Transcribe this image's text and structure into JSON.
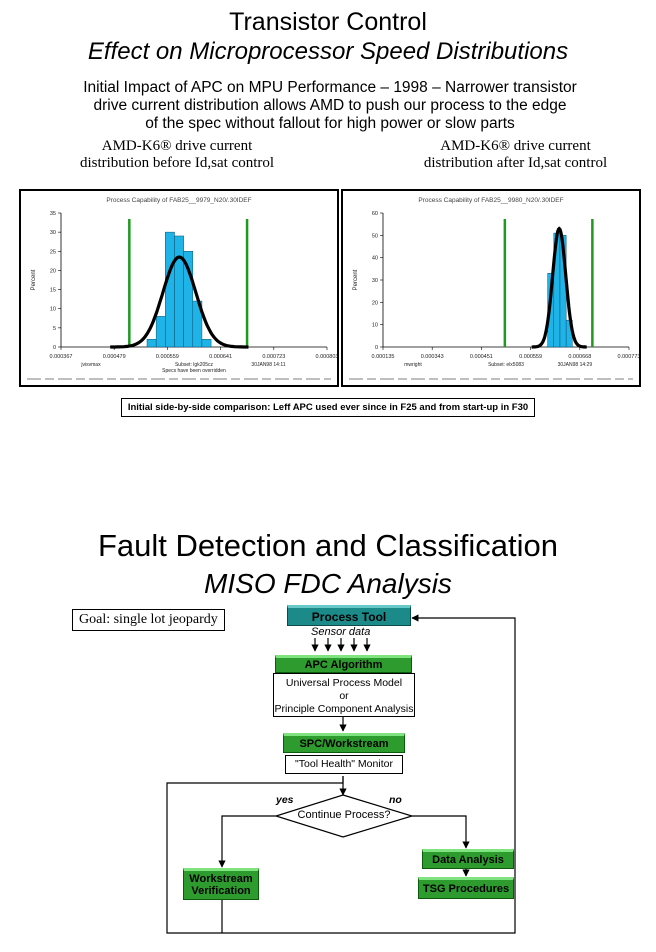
{
  "slide1": {
    "title": "Transistor Control",
    "subtitle": "Effect on Microprocessor Speed Distributions",
    "body_lines": [
      "Initial Impact of APC on MPU Performance – 1998 – Narrower transistor",
      "drive current distribution allows AMD to push our process to the edge",
      "of the spec without fallout for high power or slow parts"
    ],
    "left_label": [
      "AMD-K6® drive current",
      "distribution before Id,sat control"
    ],
    "right_label": [
      "AMD-K6® drive current",
      "distribution after Id,sat control"
    ],
    "caption": "Initial side-by-side comparison: Leff APC used ever since in F25 and from start-up in F30"
  },
  "chart_data": [
    {
      "type": "bar",
      "title": "Process Capability of FAB25__9979_N20/.30IDEF",
      "ylabel": "Percent",
      "ylim": [
        0,
        35
      ],
      "yticks": [
        0,
        5,
        10,
        15,
        20,
        25,
        30,
        35
      ],
      "xlim": [
        0.000367,
        0.000803
      ],
      "xticks": [
        "0.000367",
        "0.000479",
        "0.000559",
        "0.000641",
        "0.000723",
        "0.000803"
      ],
      "x_sublabels": [
        "jvisvmax",
        "Subset: lgk205cz",
        "30JAN98 14:11"
      ],
      "footnote_line": "Specs have been overridden",
      "bins": [
        {
          "x0": 0.000508,
          "x1": 0.000523,
          "value": 2
        },
        {
          "x0": 0.000523,
          "x1": 0.000538,
          "value": 8
        },
        {
          "x0": 0.000538,
          "x1": 0.000553,
          "value": 30
        },
        {
          "x0": 0.000553,
          "x1": 0.000568,
          "value": 29
        },
        {
          "x0": 0.000568,
          "x1": 0.000583,
          "value": 25
        },
        {
          "x0": 0.000583,
          "x1": 0.000598,
          "value": 12
        },
        {
          "x0": 0.000598,
          "x1": 0.000613,
          "value": 2
        }
      ],
      "spec_limits": [
        0.000479,
        0.000672
      ],
      "fit": {
        "mean": 0.000561,
        "sd": 2.7e-05,
        "peak": 23.5
      }
    },
    {
      "type": "bar",
      "title": "Process Capability of FAB25__9980_N20/.30IDEF",
      "ylabel": "Percent",
      "ylim": [
        0,
        60
      ],
      "yticks": [
        0,
        10,
        20,
        30,
        40,
        50,
        60
      ],
      "xlim": [
        0.000135,
        0.000773
      ],
      "xticks": [
        "0.000135",
        "0.000343",
        "0.000451",
        "0.000559",
        "0.000668",
        "0.000773"
      ],
      "x_sublabels": [
        "mwright",
        "Subset: elx5083",
        "30JAN98 14:29"
      ],
      "bins": [
        {
          "x0": 0.000562,
          "x1": 0.000578,
          "value": 33
        },
        {
          "x0": 0.000578,
          "x1": 0.000594,
          "value": 51
        },
        {
          "x0": 0.000594,
          "x1": 0.00061,
          "value": 50
        },
        {
          "x0": 0.00061,
          "x1": 0.000626,
          "value": 12
        }
      ],
      "spec_limits": [
        0.000451,
        0.000678
      ],
      "fit": {
        "mean": 0.000592,
        "sd": 1.7e-05,
        "peak": 53
      }
    }
  ],
  "slide2": {
    "title": "Fault Detection and Classification",
    "subtitle": "MISO FDC Analysis",
    "goal": "Goal: single lot jeopardy",
    "process_tool": "Process Tool",
    "sensor_data": "Sensor data",
    "apc_algorithm": "APC Algorithm",
    "model_lines": [
      "Universal Process Model",
      "or",
      "Principle Component Analysis"
    ],
    "spc": "SPC/Workstream",
    "tool_health": "\"Tool Health\" Monitor",
    "decision": "Continue Process?",
    "yes": "yes",
    "no": "no",
    "workstream_verification": [
      "Workstream",
      "Verification"
    ],
    "data_analysis": "Data Analysis",
    "tsg": "TSG Procedures"
  },
  "colors": {
    "bar": "#1fb4e8",
    "spec": "#1f9a1f",
    "green_box": "#2e9b2e",
    "teal_box": "#1d8a8a"
  }
}
